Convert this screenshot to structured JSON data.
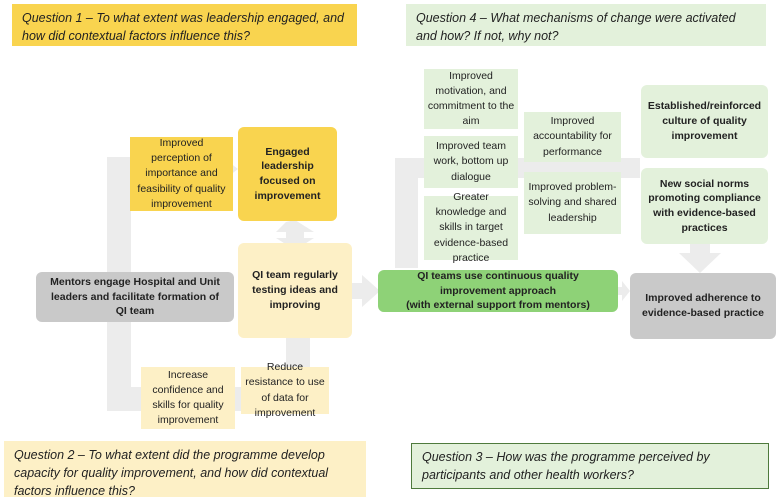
{
  "questions": {
    "q1": "Question 1 – To what extent was leadership engaged, and how did contextual factors influence this?",
    "q2": "Question 2 – To what extent did the programme develop capacity for quality improvement, and how did contextual factors influence this?",
    "q3": "Question 3 – How was the programme perceived by participants and other health workers?",
    "q4": "Question 4 – What mechanisms of change were activated and how? If not, why not?"
  },
  "nodes": {
    "mentors": "Mentors engage Hospital and Unit leaders and facilitate formation of QI team",
    "engaged_leadership": "Engaged leadership focused on improvement",
    "qi_team_testing": "QI team regularly testing ideas and improving",
    "qi_teams_use": "QI teams use continuous quality improvement approach",
    "qi_teams_use_sub": "(with external support from mentors)",
    "improved_adherence": "Improved adherence to evidence-based practice",
    "culture": "Established/reinforced culture of quality improvement",
    "social_norms": "New social norms promoting compliance with evidence-based practices"
  },
  "labels": {
    "perception": "Improved perception of importance and feasibility of quality improvement",
    "confidence": "Increase confidence and skills for quality improvement",
    "resistance": "Reduce resistance to use of data for improvement",
    "motivation": "Improved motivation, and commitment to the aim",
    "teamwork": "Improved team work, bottom up dialogue",
    "knowledge": "Greater knowledge and skills in target evidence-based practice",
    "accountability": "Improved accountability for performance",
    "problem_solving": "Improved problem-solving and shared leadership"
  },
  "colors": {
    "yellow_strong": "#f9d44f",
    "yellow_light": "#fdf0c6",
    "green_strong": "#8ed277",
    "green_light": "#e3f1db",
    "grey": "#c9c9c9",
    "arrow_grey": "#ececec",
    "q3_border": "#4e7a3c"
  }
}
